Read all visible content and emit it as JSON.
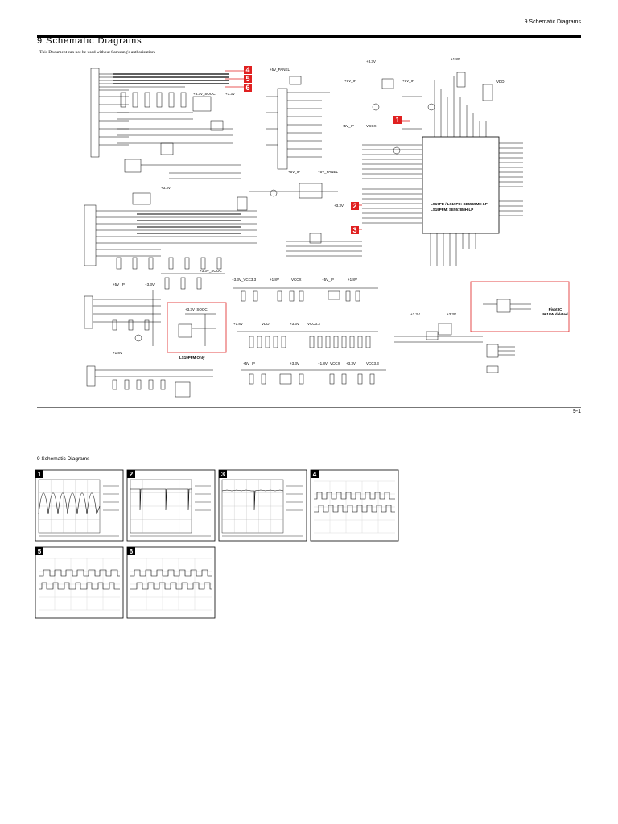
{
  "header": {
    "section_label": "9 Schematic Diagrams",
    "title": "9 Schematic Diagrams",
    "notice": "- This Document can not be used without Samsung's authorization."
  },
  "schematic": {
    "markers": [
      "4",
      "5",
      "6",
      "1",
      "2",
      "3"
    ],
    "net_labels": {
      "v33": "+3.3V",
      "v5p": "+5V_IP",
      "v5panel": "+5V_PANEL",
      "v18": "+1.8V",
      "vccx": "VCCX",
      "vdd": "VDD",
      "vcc33": "VCC3.3",
      "vdc33": "+3.3V_SOOC",
      "v33b": "+3.3V_VCC3.3"
    },
    "ic_label_1": "LS17PD / LS19PD: SE5569MH-LP",
    "ic_label_2": "LS19PFM: SE5578MH-LP",
    "ls19pfm_only": "LS19PFM Only",
    "pivot_ic_1": "Pivot IC",
    "pivot_ic_2": "9610W deleted"
  },
  "page_number": "9-1",
  "section2_title": "9 Schematic Diagrams",
  "scopes": [
    {
      "label": "1"
    },
    {
      "label": "2"
    },
    {
      "label": "3"
    },
    {
      "label": "4"
    },
    {
      "label": "5"
    },
    {
      "label": "6"
    }
  ],
  "colors": {
    "marker_red": "#e02020",
    "wire": "#000000"
  }
}
